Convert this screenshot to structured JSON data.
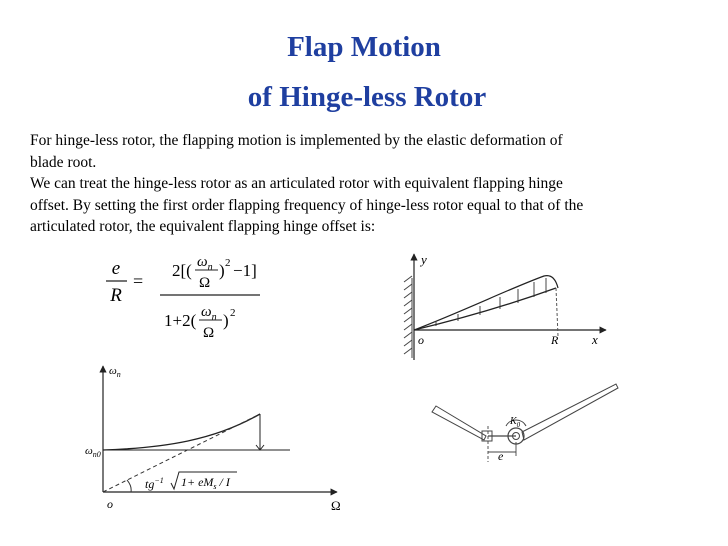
{
  "slide": {
    "title_line1": "Flap Motion",
    "title_line2": "of Hinge-less Rotor",
    "paragraph1": [
      "For hinge-less rotor, the flapping motion is implemented by the elastic deformation of",
      "blade root."
    ],
    "paragraph2": [
      "We can treat the hinge-less rotor as an articulated rotor with equivalent flapping hinge",
      "offset. By setting the first order flapping frequency of hinge-less rotor equal to that of the",
      "articulated rotor, the equivalent flapping hinge offset is:"
    ]
  },
  "formula": {
    "lhs_num": "e",
    "lhs_den": "R",
    "equals": "=",
    "num_prefix": "2[(",
    "omega_n": "ω",
    "sub_n": "n",
    "Omega": "Ω",
    "power": "2",
    "num_suffix": "−1]",
    "den_prefix": "1+2("
  },
  "deflection_figure": {
    "y_label": "y",
    "origin_label": "o",
    "r_label": "R",
    "x_label": "x"
  },
  "frequency_plot": {
    "y_label": "ω",
    "y_label_sub": "n",
    "level_label": "ω",
    "level_label_sub": "n0",
    "origin_label": "o",
    "x_label": "Ω",
    "slope_text": "tg",
    "slope_exp": "−1",
    "sqrt_arg": "1+ eM",
    "sqrt_sub": "s",
    "sqrt_tail": " / I"
  },
  "hub_figure": {
    "spring_label": "K",
    "spring_sub": "0",
    "offset_label": "e"
  }
}
